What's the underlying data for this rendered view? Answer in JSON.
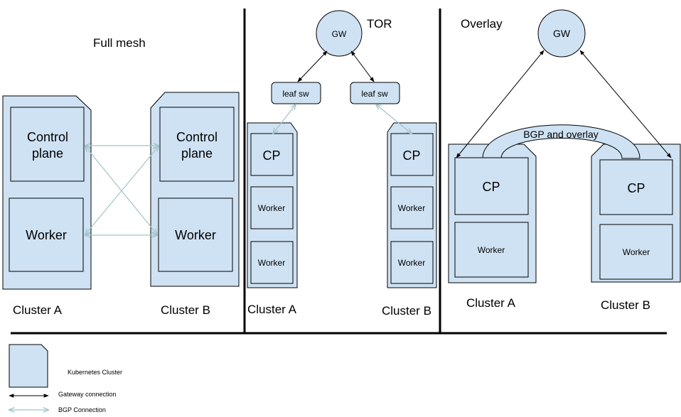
{
  "colors": {
    "cluster_fill": "#cfe2f3",
    "gateway_line": "#000000",
    "bgp_line": "#a2c4c9"
  },
  "full_mesh": {
    "title": "Full mesh",
    "cluster_a": {
      "label": "Cluster A",
      "cp": [
        "Control",
        "plane"
      ],
      "worker": "Worker"
    },
    "cluster_b": {
      "label": "Cluster B",
      "cp": [
        "Control",
        "plane"
      ],
      "worker": "Worker"
    }
  },
  "tor": {
    "title": "TOR",
    "gateway": "GW",
    "leaf_a": "leaf sw",
    "leaf_b": "leaf sw",
    "cluster_a": {
      "label": "Cluster A",
      "cp": "CP",
      "workers": [
        "Worker",
        "Worker"
      ]
    },
    "cluster_b": {
      "label": "Cluster B",
      "cp": "CP",
      "workers": [
        "Worker",
        "Worker"
      ]
    }
  },
  "overlay": {
    "title": "Overlay",
    "gateway": "GW",
    "tunnel": "BGP and overlay",
    "cluster_a": {
      "label": "Cluster A",
      "cp": "CP",
      "worker": "Worker"
    },
    "cluster_b": {
      "label": "Cluster B",
      "cp": "CP",
      "worker": "Worker"
    }
  },
  "legend": {
    "cluster": "Kubernetes Cluster",
    "gateway": "Gateway connection",
    "bgp": "BGP Connection"
  }
}
